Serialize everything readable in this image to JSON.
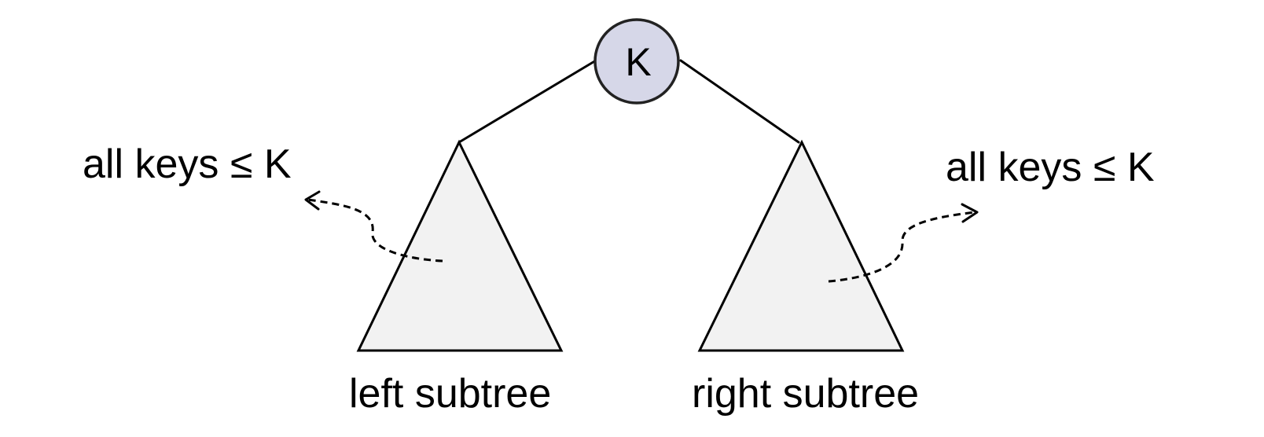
{
  "root": {
    "label": "K",
    "fill": "#d6d7e8"
  },
  "subtree_fill": "#f2f2f2",
  "left": {
    "subtree_label": "left subtree",
    "keys_label": "all keys ≤ K"
  },
  "right": {
    "subtree_label": "right subtree",
    "keys_label": "all keys ≤ K"
  }
}
